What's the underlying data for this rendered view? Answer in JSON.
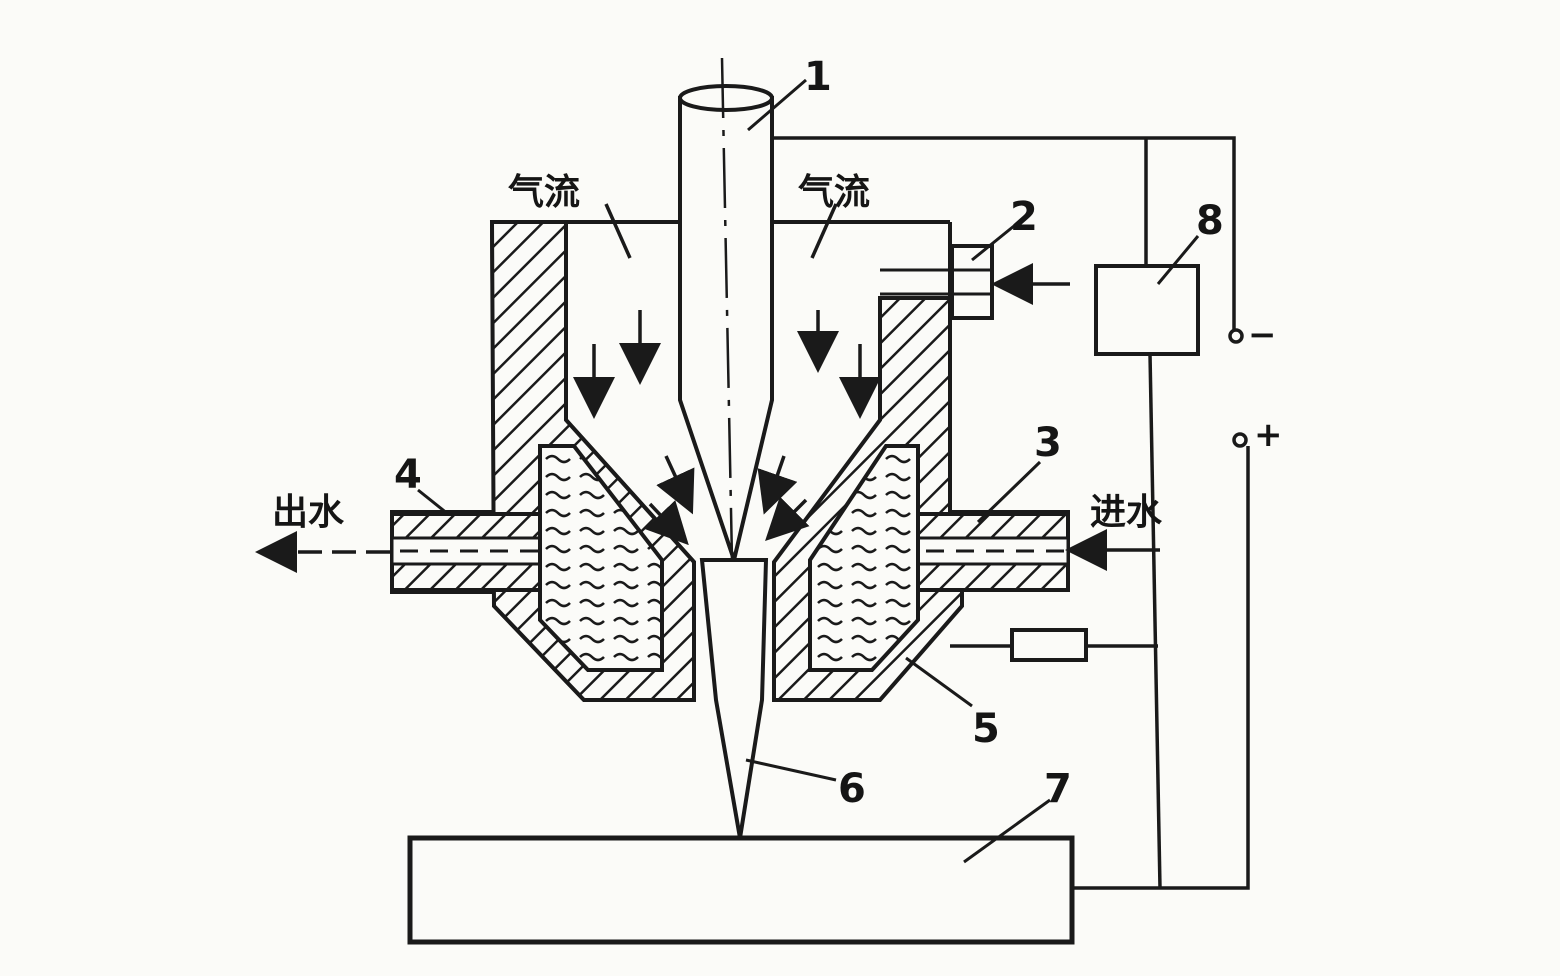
{
  "diagram": {
    "labels": {
      "gas_flow_left": "气流",
      "gas_flow_right": "气流",
      "water_out": "出水",
      "water_in": "进水",
      "terminal_negative": "−",
      "terminal_positive": "+"
    },
    "callouts": [
      "1",
      "2",
      "3",
      "4",
      "5",
      "6",
      "7",
      "8"
    ]
  }
}
